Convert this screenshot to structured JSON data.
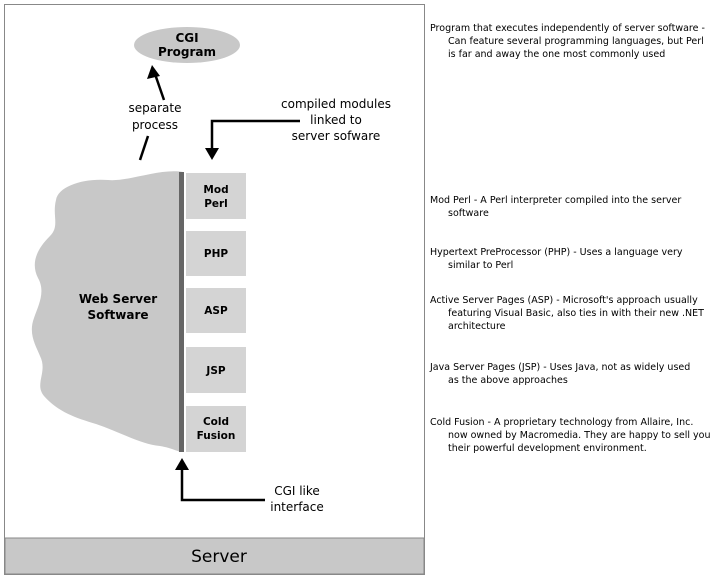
{
  "diagram": {
    "cgi_program": [
      "CGI",
      "Program"
    ],
    "separate_process": [
      "separate",
      "process"
    ],
    "compiled_modules": [
      "compiled modules",
      "linked to",
      "server sofware"
    ],
    "web_server": [
      "Web Server",
      "Software"
    ],
    "modules": [
      [
        "Mod",
        "Perl"
      ],
      [
        "PHP"
      ],
      [
        "ASP"
      ],
      [
        "JSP"
      ],
      [
        "Cold",
        "Fusion"
      ]
    ],
    "cgi_interface": [
      "CGI like",
      "interface"
    ],
    "server": "Server"
  },
  "notes": [
    [
      "Program that executes independently of server software -",
      "Can feature several programming languages, but Perl",
      "is far and away the one most commonly used"
    ],
    [
      "Mod Perl - A  Perl interpreter compiled into the server",
      "software"
    ],
    [
      "Hypertext PreProcessor (PHP) - Uses a language very",
      "similar to Perl"
    ],
    [
      "Active Server Pages (ASP) - Microsoft's approach usually",
      "featuring Visual Basic, also ties in with their new .NET",
      "architecture"
    ],
    [
      "Java Server Pages (JSP) - Uses Java, not as widely used",
      "as the above approaches"
    ],
    [
      "Cold Fusion - A proprietary technology from Allaire, Inc.",
      "now owned by Macromedia. They are happy to sell you",
      "their powerful development environment."
    ]
  ]
}
